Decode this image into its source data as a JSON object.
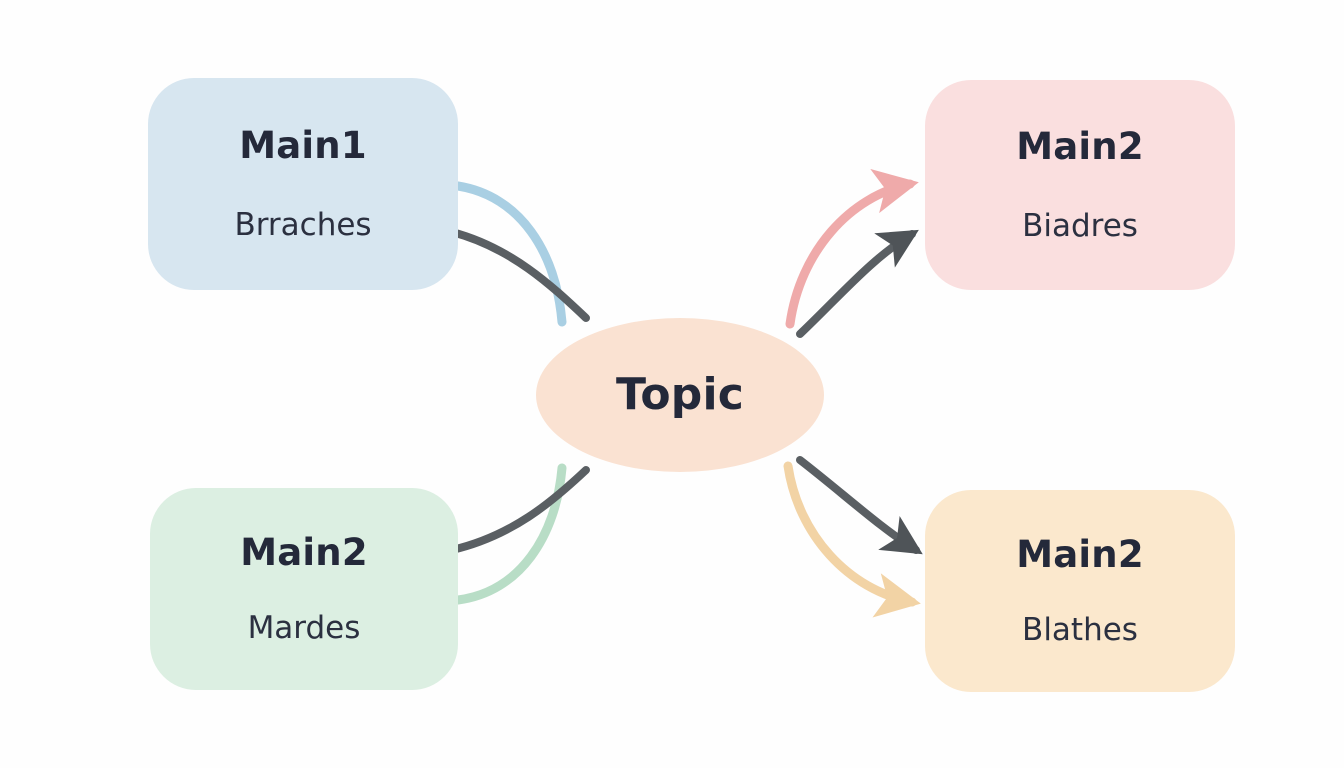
{
  "diagram": {
    "type": "mind-map",
    "background_color": "#fefefe",
    "center": {
      "id": "topic",
      "label": "Topic",
      "shape": "ellipse",
      "fill": "#fae2d2",
      "text_color": "#24293a"
    },
    "nodes": [
      {
        "id": "main1",
        "position": "top-left",
        "title": "Main1",
        "subtitle": "Brraches",
        "shape": "rounded-rect",
        "fill": "#d7e6f0",
        "edge_color": "#a9cfe3",
        "has_arrowhead": false
      },
      {
        "id": "main2-top",
        "position": "top-right",
        "title": "Main2",
        "subtitle": "Biadres",
        "shape": "rounded-rect",
        "fill": "#fadfdf",
        "edge_color": "#efaaaa",
        "has_arrowhead": true
      },
      {
        "id": "main2-bottomleft",
        "position": "bottom-left",
        "title": "Main2",
        "subtitle": "Mardes",
        "shape": "rounded-rect",
        "fill": "#dcefe2",
        "edge_color": "#b8ddc6",
        "has_arrowhead": false
      },
      {
        "id": "main2-bottomright",
        "position": "bottom-right",
        "title": "Main2",
        "subtitle": "Blathes",
        "shape": "rounded-rect",
        "fill": "#fbe8cd",
        "edge_color": "#f2d3a5",
        "has_arrowhead": true
      }
    ],
    "edges": {
      "gray_color": "#5a5f63",
      "gray_arrowhead": true,
      "count_per_branch": 2
    }
  }
}
